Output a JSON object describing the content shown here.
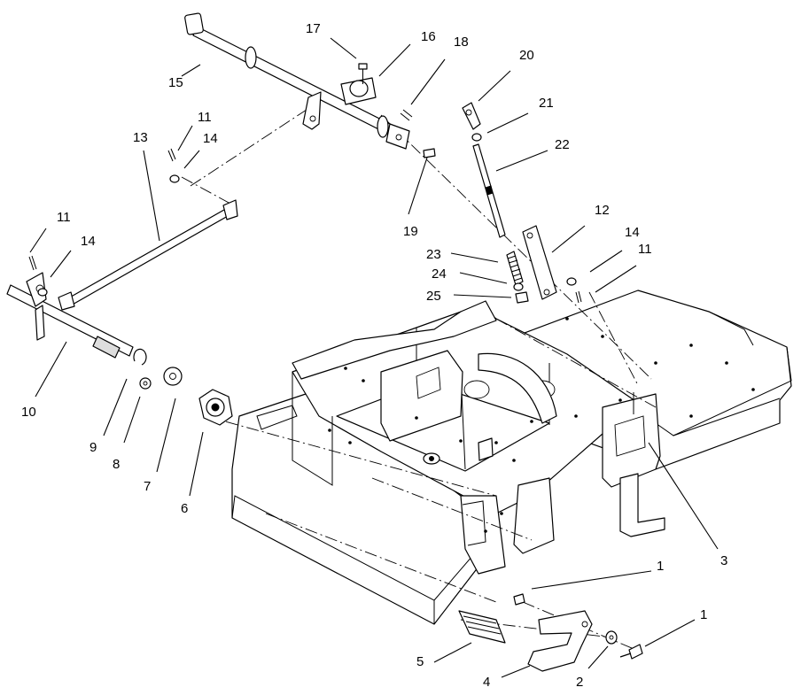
{
  "callouts": [
    {
      "id": "c1a",
      "text": "1"
    },
    {
      "id": "c1b",
      "text": "1"
    },
    {
      "id": "c2",
      "text": "2"
    },
    {
      "id": "c3",
      "text": "3"
    },
    {
      "id": "c4",
      "text": "4"
    },
    {
      "id": "c5",
      "text": "5"
    },
    {
      "id": "c6",
      "text": "6"
    },
    {
      "id": "c7",
      "text": "7"
    },
    {
      "id": "c8",
      "text": "8"
    },
    {
      "id": "c9",
      "text": "9"
    },
    {
      "id": "c10",
      "text": "10"
    },
    {
      "id": "c11a",
      "text": "11"
    },
    {
      "id": "c11b",
      "text": "11"
    },
    {
      "id": "c11c",
      "text": "11"
    },
    {
      "id": "c12",
      "text": "12"
    },
    {
      "id": "c13",
      "text": "13"
    },
    {
      "id": "c14a",
      "text": "14"
    },
    {
      "id": "c14b",
      "text": "14"
    },
    {
      "id": "c14c",
      "text": "14"
    },
    {
      "id": "c15",
      "text": "15"
    },
    {
      "id": "c16",
      "text": "16"
    },
    {
      "id": "c17",
      "text": "17"
    },
    {
      "id": "c18",
      "text": "18"
    },
    {
      "id": "c19",
      "text": "19"
    },
    {
      "id": "c20",
      "text": "20"
    },
    {
      "id": "c21",
      "text": "21"
    },
    {
      "id": "c22",
      "text": "22"
    },
    {
      "id": "c23",
      "text": "23"
    },
    {
      "id": "c24",
      "text": "24"
    },
    {
      "id": "c25",
      "text": "25"
    }
  ]
}
